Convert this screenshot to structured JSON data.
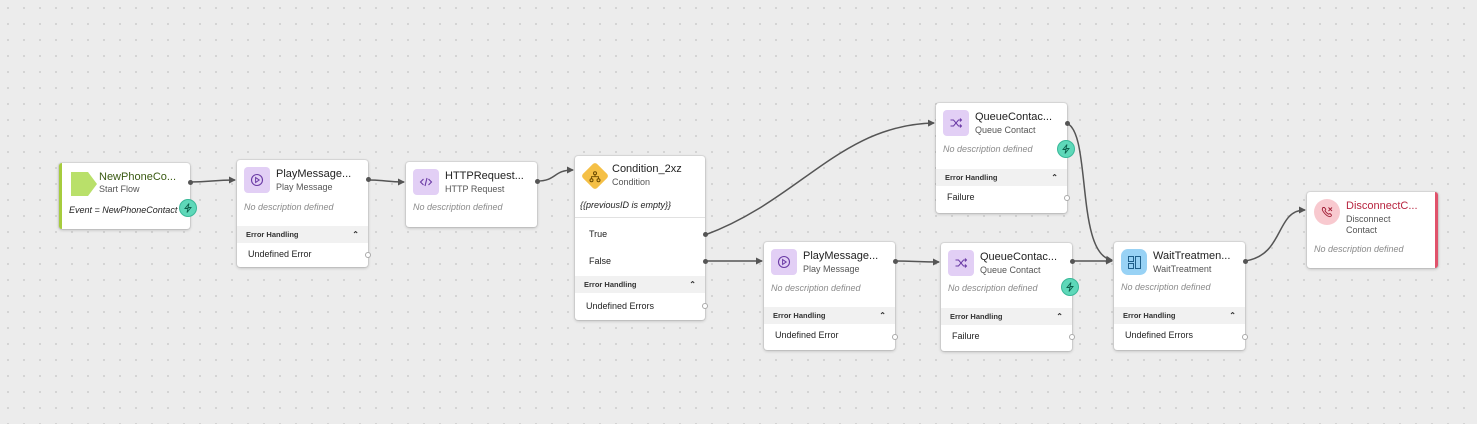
{
  "nodes": {
    "start": {
      "title": "NewPhoneCo...",
      "subtitle": "Start Flow",
      "event": "Event = NewPhoneContact",
      "icon": "start-flow-icon",
      "accent": "#a6cc3d"
    },
    "play1": {
      "title": "PlayMessage...",
      "subtitle": "Play Message",
      "description": "No description defined",
      "error_header": "Error Handling",
      "error_item": "Undefined Error",
      "icon": "play-icon"
    },
    "http": {
      "title": "HTTPRequest...",
      "subtitle": "HTTP Request",
      "description": "No description defined",
      "icon": "code-icon"
    },
    "condition": {
      "title": "Condition_2xz",
      "subtitle": "Condition",
      "expression": "{{previousID is empty}}",
      "true_label": "True",
      "false_label": "False",
      "error_header": "Error Handling",
      "error_item": "Undefined Errors",
      "icon": "branch-icon"
    },
    "queue1": {
      "title": "QueueContac...",
      "subtitle": "Queue Contact",
      "description": "No description defined",
      "error_header": "Error Handling",
      "error_item": "Failure",
      "icon": "shuffle-icon"
    },
    "play2": {
      "title": "PlayMessage...",
      "subtitle": "Play Message",
      "description": "No description defined",
      "error_header": "Error Handling",
      "error_item": "Undefined Error",
      "icon": "play-icon"
    },
    "queue2": {
      "title": "QueueContac...",
      "subtitle": "Queue Contact",
      "description": "No description defined",
      "error_header": "Error Handling",
      "error_item": "Failure",
      "icon": "shuffle-icon"
    },
    "wait": {
      "title": "WaitTreatmen...",
      "subtitle": "WaitTreatment",
      "description": "No description defined",
      "error_header": "Error Handling",
      "error_item": "Undefined Errors",
      "icon": "grid-icon"
    },
    "disconnect": {
      "title": "DisconnectC...",
      "subtitle": "Disconnect",
      "subtitle2": "Contact",
      "description": "No description defined",
      "icon": "phone-hangup-icon",
      "accent": "#e0526b"
    }
  },
  "edges": [
    {
      "from": "start",
      "to": "play1"
    },
    {
      "from": "play1",
      "to": "http"
    },
    {
      "from": "http",
      "to": "condition"
    },
    {
      "from": "condition.True",
      "to": "queue1"
    },
    {
      "from": "condition.False",
      "to": "play2"
    },
    {
      "from": "play2",
      "to": "queue2"
    },
    {
      "from": "queue1",
      "to": "wait"
    },
    {
      "from": "queue2",
      "to": "wait"
    },
    {
      "from": "wait",
      "to": "disconnect"
    }
  ],
  "colors": {
    "edge": "#555555",
    "event_badge": "#5ed8b9",
    "node_title_start": "#3a5a12",
    "node_title_disconnect": "#b8243f"
  }
}
